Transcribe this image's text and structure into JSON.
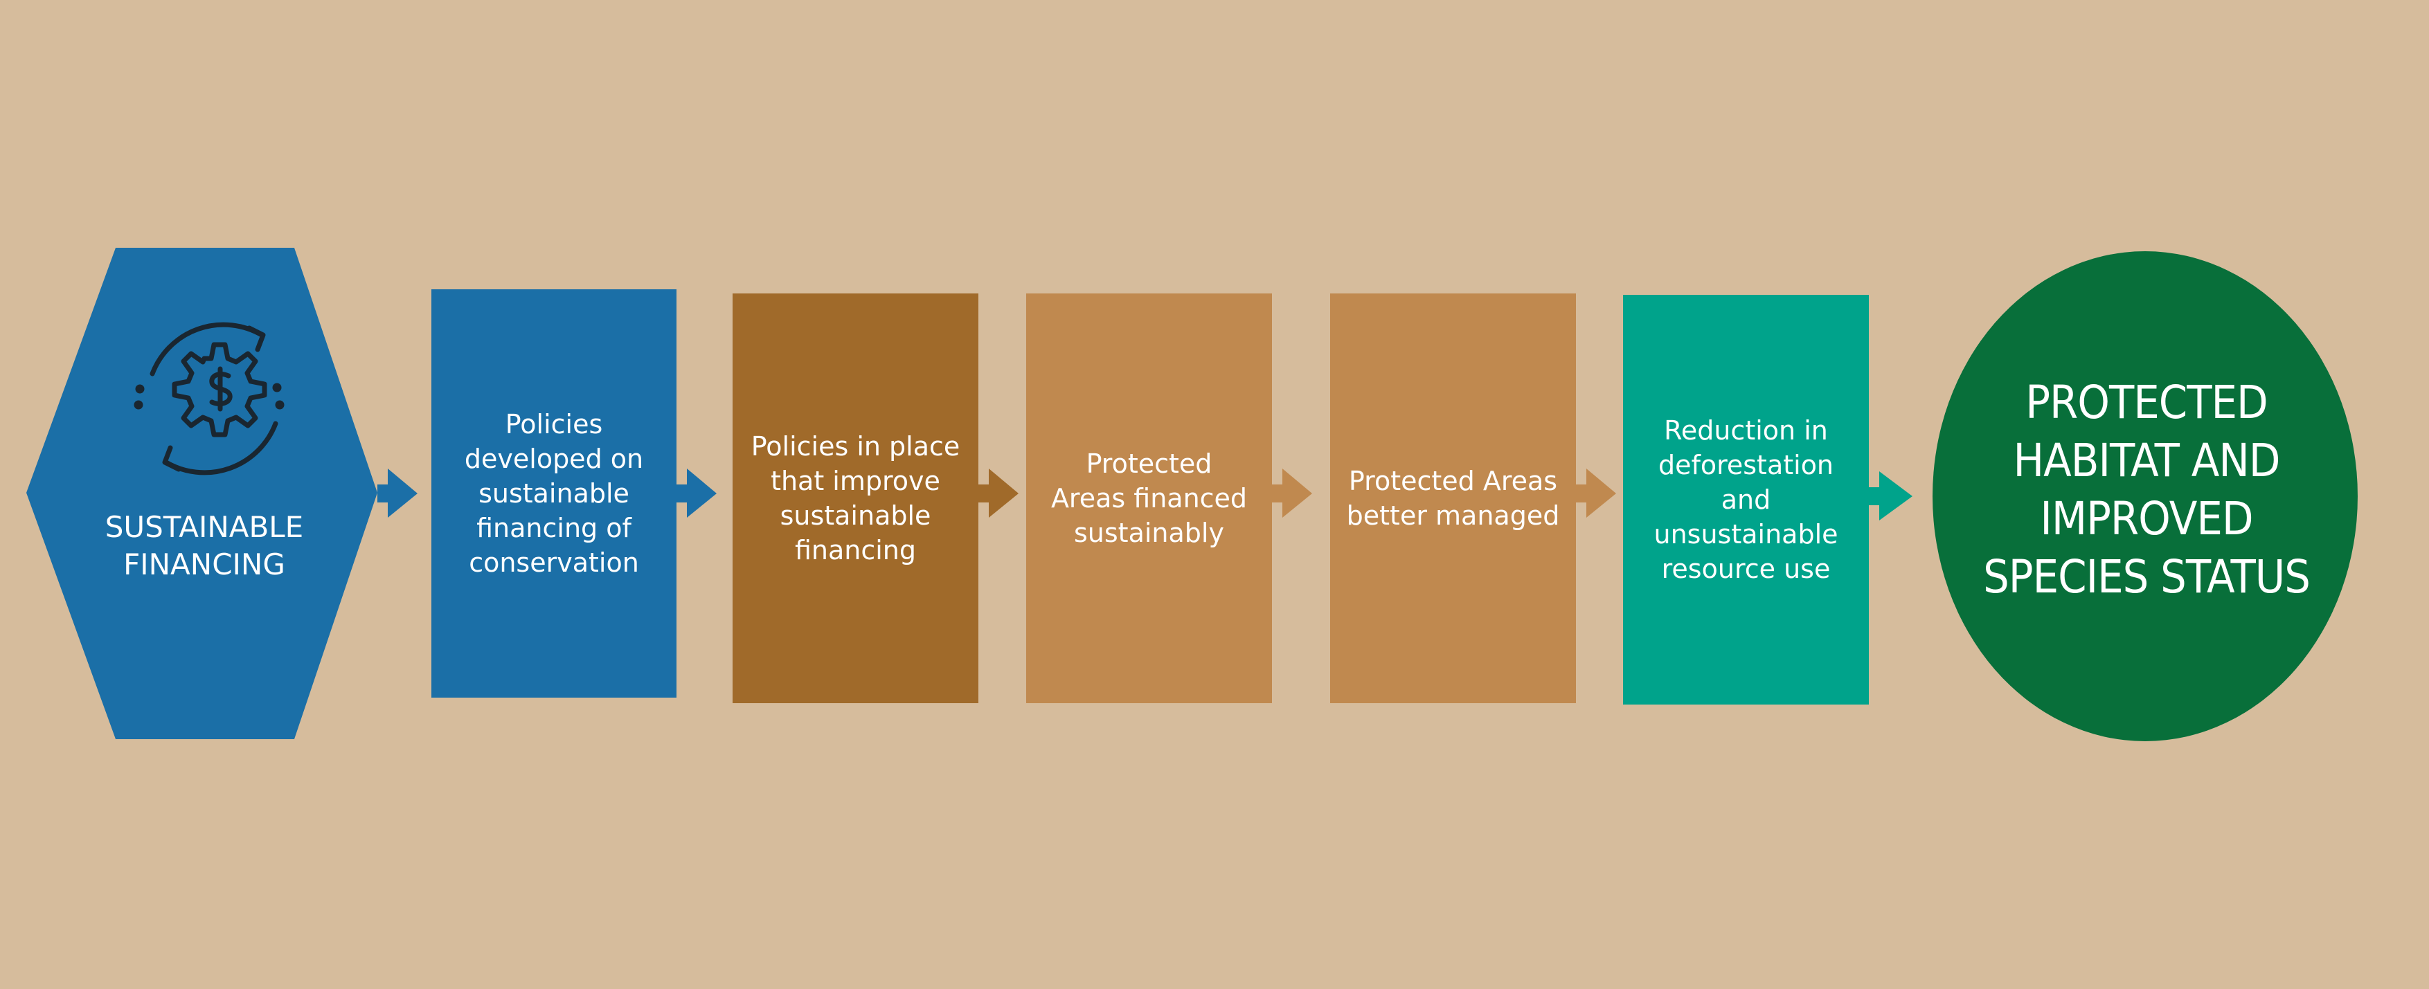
{
  "diagram": {
    "start": {
      "label": "SUSTAINABLE\nFINANCING",
      "icon": "dollar-gear-cycle-icon",
      "color": "#1b6fa7"
    },
    "steps": [
      {
        "label": "Policies\ndeveloped on\nsustainable\nfinancing of\nconservation",
        "color": "#1b6fa7"
      },
      {
        "label": "Policies in place\nthat improve\nsustainable\nfinancing",
        "color": "#a06a2a"
      },
      {
        "label": "Protected\nAreas financed\nsustainably",
        "color": "#c0894f"
      },
      {
        "label": "Protected Areas\nbetter managed",
        "color": "#c0894f"
      },
      {
        "label": "Reduction in\ndeforestation\nand\nunsustainable\nresource use",
        "color": "#00a38b"
      }
    ],
    "outcome": {
      "label": "PROTECTED\nHABITAT AND\nIMPROVED\nSPECIES STATUS",
      "color": "#086f3a"
    },
    "background": "#d6bc9c"
  }
}
